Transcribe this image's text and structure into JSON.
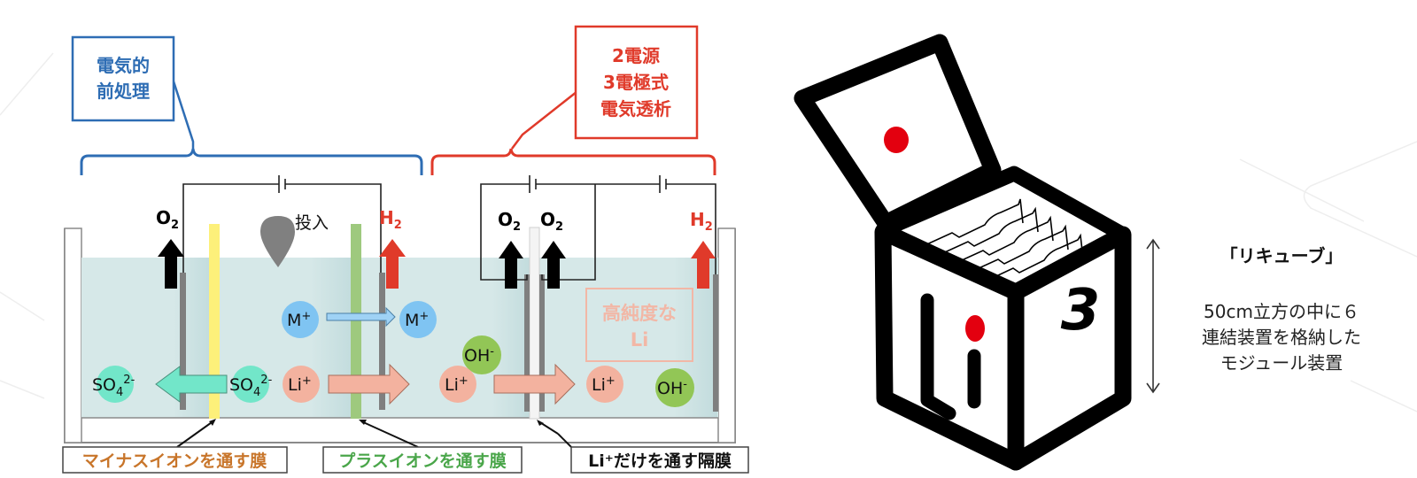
{
  "colors": {
    "blue": "#2e6db4",
    "red": "#e03a2a",
    "electrolyte": "#d6e8e8",
    "yellow_membrane": "#fdf07a",
    "green_membrane": "#9ec97e",
    "white_membrane": "#f4f4f4",
    "electrode": "#7f7f7f",
    "cation_blue": "#7fc4f2",
    "li_salmon": "#f3b29f",
    "sulfate_teal": "#72e6c9",
    "hydroxide_green": "#92c656",
    "orange_label": "#c8752a",
    "green_label": "#4aa64a",
    "logo_red": "#e3000f"
  },
  "labels": {
    "pretreatment": [
      "電気的",
      "前処理"
    ],
    "dialysis": [
      "2電源",
      "3電極式",
      "電気透析"
    ],
    "input": "投入",
    "high_purity": [
      "高純度な",
      "Li"
    ]
  },
  "gases": {
    "o2": "O",
    "o2_sub": "2",
    "h2": "H",
    "h2_sub": "2"
  },
  "ions": {
    "m_plus": "M",
    "plus": "+",
    "li": "Li",
    "so4": "SO",
    "so4_sub": "4",
    "so4_sup": "2-",
    "oh": "OH",
    "minus": "-"
  },
  "membranes": {
    "anion": "マイナスイオンを通す膜",
    "cation": "プラスイオンを通す膜",
    "li_only": "Li⁺だけを通す隔膜"
  },
  "product": {
    "name": "「リキューブ」",
    "description": [
      "50cm立方の中に６",
      "連結装置を格納した",
      "モジュール装置"
    ],
    "logo_symbol": "Li",
    "logo_number": "3"
  }
}
